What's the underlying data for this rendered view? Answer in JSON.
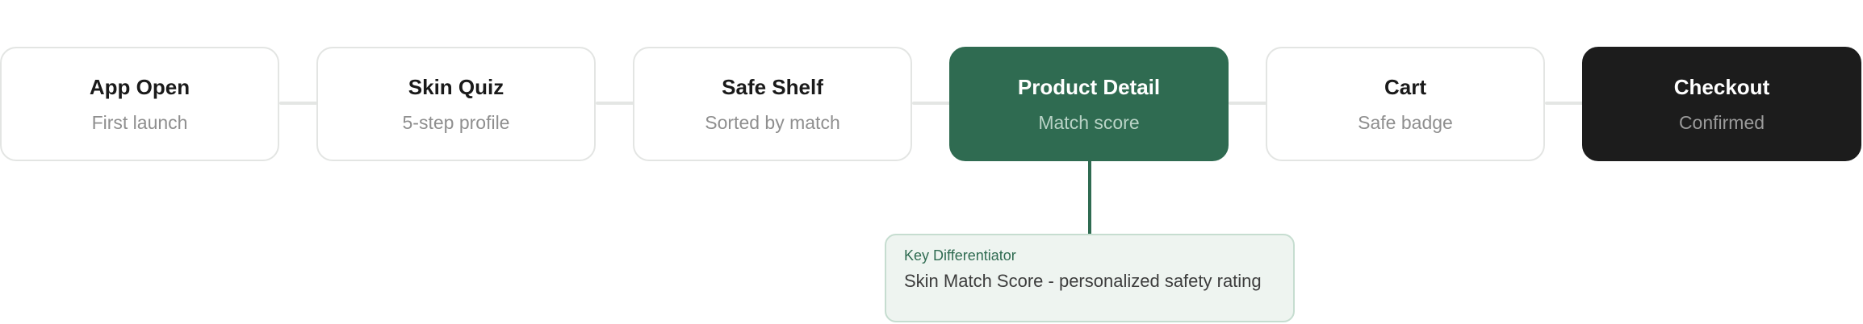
{
  "top_text": "",
  "steps": [
    {
      "title": "App Open",
      "subtitle": "First launch"
    },
    {
      "title": "Skin Quiz",
      "subtitle": "5-step profile"
    },
    {
      "title": "Safe Shelf",
      "subtitle": "Sorted by match"
    },
    {
      "title": "Product Detail",
      "subtitle": "Match score"
    },
    {
      "title": "Cart",
      "subtitle": "Safe badge"
    },
    {
      "title": "Checkout",
      "subtitle": "Confirmed"
    }
  ],
  "callout": {
    "label": "Key Differentiator",
    "text": "Skin Match Score - personalized safety rating"
  },
  "colors": {
    "highlight": "#2f6b51",
    "dark": "#1c1c1c",
    "callout_bg": "#eef4f0",
    "connector": "#e4e6e4"
  }
}
